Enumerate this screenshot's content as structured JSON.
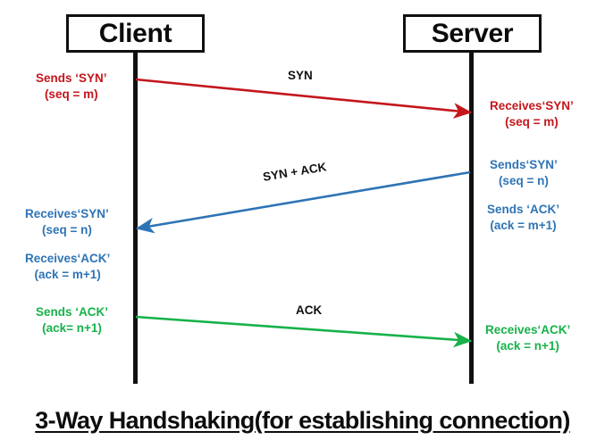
{
  "diagram": {
    "type": "sequence",
    "title": "3-Way Handshaking(for establishing connection)",
    "background": "#ffffff",
    "participants": [
      {
        "id": "client",
        "label": "Client"
      },
      {
        "id": "server",
        "label": "Server"
      }
    ],
    "colors": {
      "syn": "#c4161c",
      "syn_ack": "#2e74b5",
      "ack": "#17b24a",
      "lifeline": "#101010",
      "text": "#111111"
    },
    "messages": [
      {
        "id": "syn",
        "label": "SYN",
        "direction": "client-to-server",
        "color": "#c4161c"
      },
      {
        "id": "syn-ack",
        "label": "SYN + ACK",
        "direction": "server-to-client",
        "color": "#2e74b5"
      },
      {
        "id": "ack",
        "label": "ACK",
        "direction": "client-to-server",
        "color": "#17b24a"
      }
    ],
    "notes": {
      "client_sends_syn": {
        "line1": "Sends ‘SYN’",
        "line2": "(seq = m)"
      },
      "server_receives_syn": {
        "line1": "Receives‘SYN’",
        "line2": "(seq = m)"
      },
      "server_sends_syn": {
        "line1": "Sends‘SYN’",
        "line2": "(seq = n)"
      },
      "server_sends_ack": {
        "line1": "Sends ‘ACK’",
        "line2": "(ack = m+1)"
      },
      "client_receives_syn": {
        "line1": "Receives‘SYN’",
        "line2": "(seq = n)"
      },
      "client_receives_ack": {
        "line1": "Receives‘ACK’",
        "line2": "(ack = m+1)"
      },
      "client_sends_ack": {
        "line1": "Sends ‘ACK’",
        "line2": "(ack= n+1)"
      },
      "server_receives_ack": {
        "line1": "Receives‘ACK’",
        "line2": "(ack = n+1)"
      }
    }
  }
}
